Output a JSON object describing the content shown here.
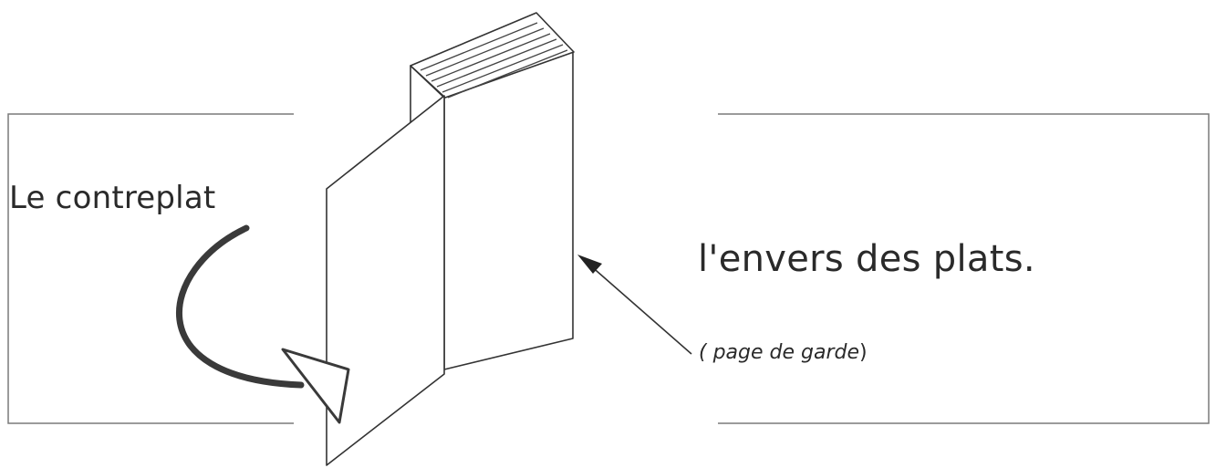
{
  "labels": {
    "contreplat": "Le contreplat",
    "envers_des_plats": "l'envers des plats.",
    "page_de_garde_open": "( ",
    "page_de_garde_text": "page de garde",
    "page_de_garde_close": ")"
  },
  "colors": {
    "line": "#333333",
    "text": "#2a2a2a",
    "background": "#ffffff"
  },
  "icons": {
    "curved_arrow": "curved-arrow-icon",
    "pointer_arrow": "pointer-arrow-icon",
    "book": "open-book-illustration"
  }
}
